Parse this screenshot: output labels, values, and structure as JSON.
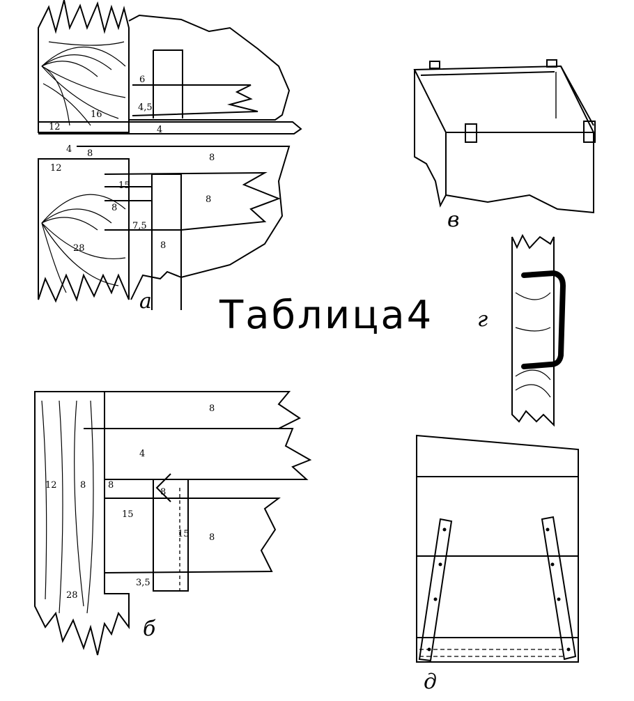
{
  "title": "Таблица4",
  "figures": {
    "a": {
      "label": "а",
      "dims": [
        "12",
        "16",
        "6",
        "4,5",
        "4",
        "4",
        "8",
        "12",
        "15",
        "8",
        "28",
        "7,5",
        "8",
        "8",
        "8"
      ]
    },
    "b": {
      "label": "б",
      "dims": [
        "12",
        "8",
        "8",
        "28",
        "15",
        "3,5",
        "8",
        "4",
        "15",
        "8",
        "8"
      ]
    },
    "v": {
      "label": "в"
    },
    "g": {
      "label": "г"
    },
    "d": {
      "label": "д"
    }
  },
  "colors": {
    "ink": "#000000",
    "paper": "#ffffff"
  }
}
